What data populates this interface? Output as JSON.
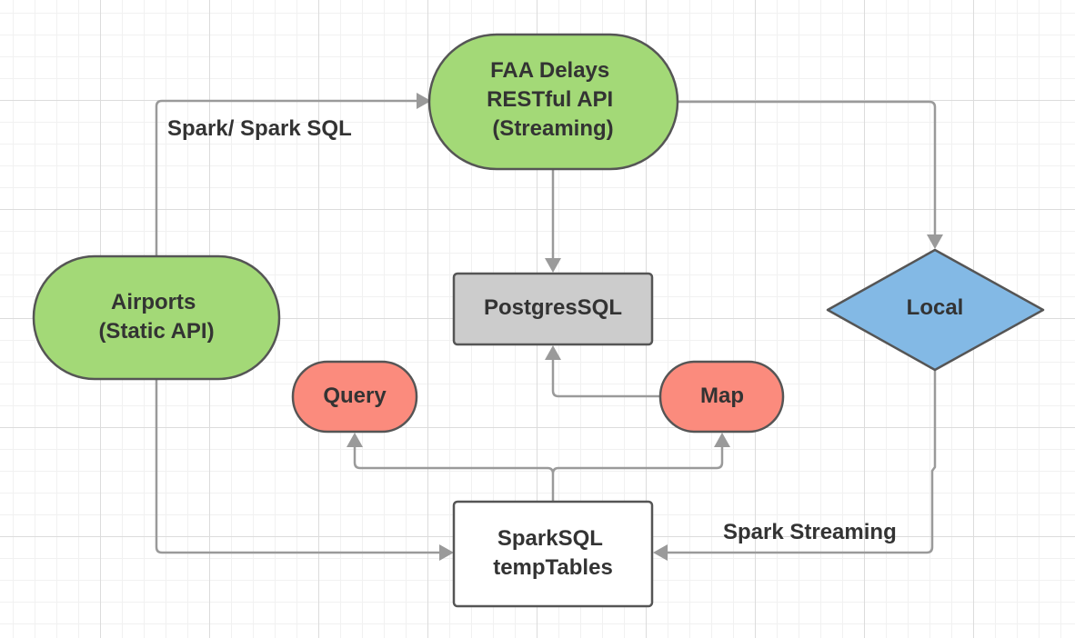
{
  "nodes": {
    "faa": {
      "lines": [
        "FAA Delays",
        "RESTful API",
        "(Streaming)"
      ],
      "color": "#a3d977"
    },
    "airports": {
      "lines": [
        "Airports",
        "(Static API)"
      ],
      "color": "#a3d977"
    },
    "postgres": {
      "lines": [
        "PostgresSQL"
      ],
      "color": "#cccccc"
    },
    "local": {
      "lines": [
        "Local"
      ],
      "color": "#83b9e5"
    },
    "query": {
      "lines": [
        "Query"
      ],
      "color": "#fb8b7d"
    },
    "map": {
      "lines": [
        "Map"
      ],
      "color": "#fb8b7d"
    },
    "sparksql": {
      "lines": [
        "SparkSQL",
        "tempTables"
      ],
      "color": "#ffffff"
    }
  },
  "edge_labels": {
    "spark_sql": "Spark/ Spark SQL",
    "spark_streaming": "Spark Streaming"
  },
  "colors": {
    "edge": "#9a9a9a",
    "border": "#555555",
    "text": "#333333"
  }
}
